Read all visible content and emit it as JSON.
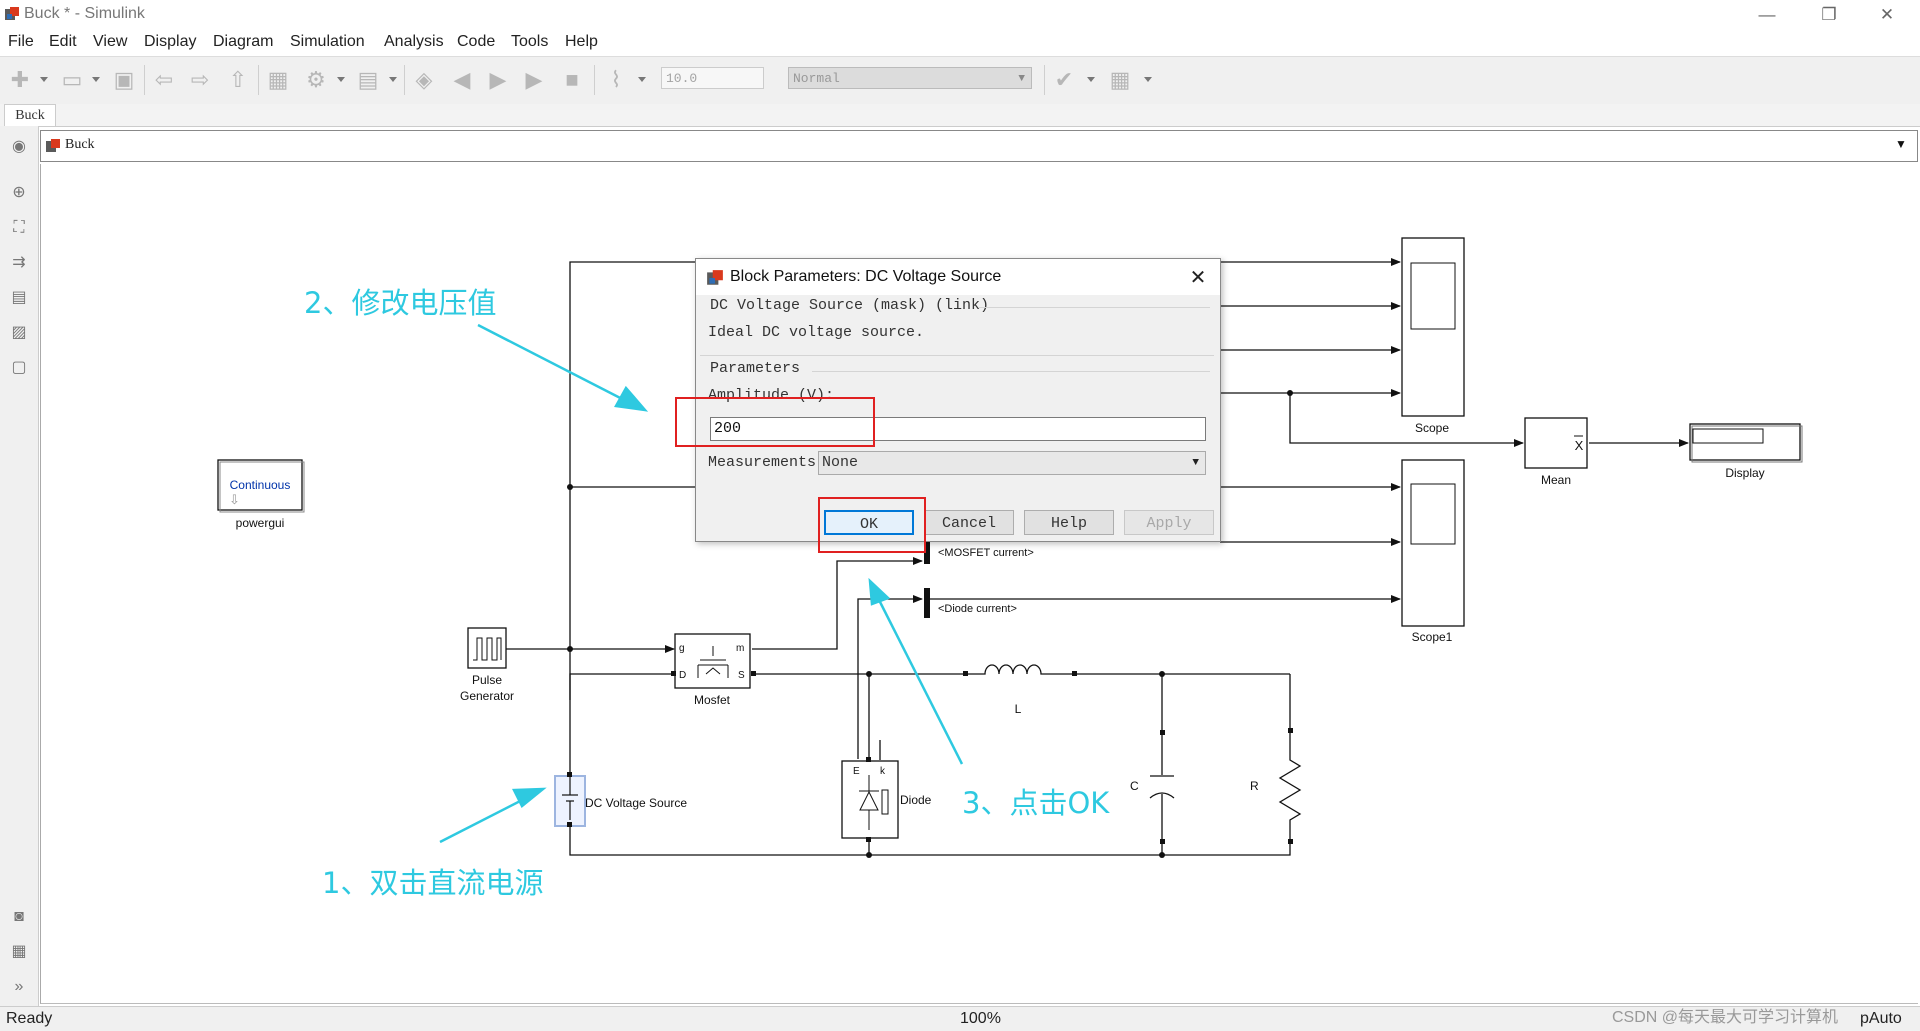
{
  "window": {
    "title": "Buck * - Simulink",
    "minimize": "—",
    "restore": "❐",
    "close": "✕"
  },
  "menu": [
    "File",
    "Edit",
    "View",
    "Display",
    "Diagram",
    "Simulation",
    "Analysis",
    "Code",
    "Tools",
    "Help"
  ],
  "toolbar": {
    "stop_time": "10.0",
    "sim_mode": "Normal"
  },
  "tabs": {
    "active": "Buck"
  },
  "breadcrumb": {
    "model": "Buck"
  },
  "status": {
    "left": "Ready",
    "zoom": "100%",
    "right": "pAuto"
  },
  "dialog": {
    "title": "Block Parameters: DC Voltage Source",
    "block_header": "DC Voltage Source (mask) (link)",
    "description": "Ideal DC voltage source.",
    "params_header": "Parameters",
    "amplitude_label": "Amplitude (V):",
    "amplitude_value": "200",
    "measurements_label": "Measurements",
    "measurements_value": "None",
    "buttons": {
      "ok": "OK",
      "cancel": "Cancel",
      "help": "Help",
      "apply": "Apply"
    }
  },
  "blocks": {
    "powergui_text": "Continuous",
    "powergui": "powergui",
    "pulse_1": "Pulse",
    "pulse_2": "Generator",
    "mosfet": "Mosfet",
    "mosfet_g": "g",
    "mosfet_m": "m",
    "mosfet_d": "D",
    "mosfet_s": "S",
    "dc_source": "DC Voltage Source",
    "diode": "Diode",
    "diode_e": "E",
    "diode_k": "k",
    "inductor": "L",
    "capacitor": "C",
    "resistor": "R",
    "scope": "Scope",
    "scope1": "Scope1",
    "mean": "Mean",
    "mean_symbol": "X",
    "display": "Display",
    "mosfet_current": "<MOSFET current>",
    "diode_current": "<Diode current>"
  },
  "annotations": {
    "step1": "1、双击直流电源",
    "step2": "2、修改电压值",
    "step3": "3、点击OK",
    "annotation_color": "#2ec9e0",
    "highlight_color": "#e02020"
  },
  "watermark": "CSDN @每天最大可学习计算机"
}
